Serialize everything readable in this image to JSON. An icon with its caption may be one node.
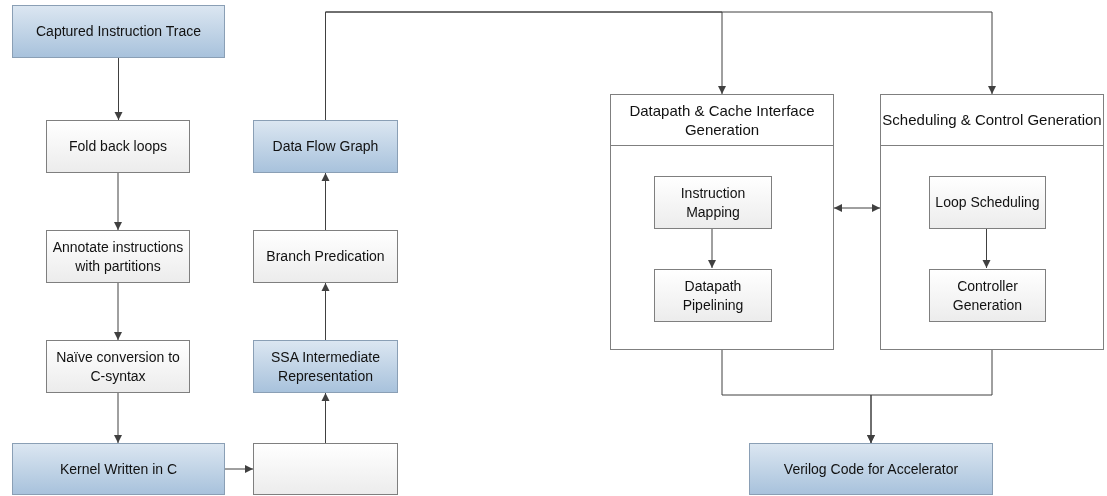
{
  "diagram": {
    "nodes": [
      {
        "text": [
          "Captured Instruction Trace"
        ]
      },
      {
        "text": [
          "Fold back loops"
        ]
      },
      {
        "text": [
          "Annotate instructions with partitions"
        ]
      },
      {
        "text": [
          "Naïve conversion to C-syntax"
        ]
      },
      {
        "text": [
          "Kernel Written in C"
        ]
      },
      {
        "text": [],
        "shape": "box"
      },
      {
        "text": [
          "SSA Intermediate Representation"
        ]
      },
      {
        "text": [
          "Branch Predication"
        ]
      },
      {
        "text": [
          "Data Flow Graph"
        ]
      },
      {
        "text": [
          "Datapath & Cache Interface Generation"
        ]
      },
      {
        "text": [
          "Instruction Mapping"
        ],
        "in": 9
      },
      {
        "text": [
          "Datapath Pipelining"
        ],
        "in": 9
      },
      {
        "text": [
          "Scheduling & Control Generation"
        ]
      },
      {
        "text": [
          "Loop Scheduling"
        ],
        "in": 12
      },
      {
        "text": [
          "Controller Generation"
        ],
        "in": 12
      },
      {
        "text": [
          "Verilog Code for Accelerator"
        ]
      }
    ],
    "edges": [
      {
        "from": 0,
        "to": 1,
        "arrow": "to"
      },
      {
        "from": 1,
        "to": 2,
        "arrow": "to"
      },
      {
        "from": 2,
        "to": 3,
        "arrow": "to"
      },
      {
        "from": 3,
        "to": 4,
        "arrow": "to"
      },
      {
        "from": 4,
        "to": 5,
        "arrow": "to"
      },
      {
        "from": 5,
        "to": 6,
        "arrow": "to"
      },
      {
        "from": 6,
        "to": 7,
        "arrow": "to"
      },
      {
        "from": 7,
        "to": 8,
        "arrow": "to"
      },
      {
        "from": 8,
        "to": 9,
        "arrow": "to"
      },
      {
        "from": 8,
        "to": 12,
        "arrow": "to"
      },
      {
        "from": 10,
        "to": 11,
        "arrow": "to"
      },
      {
        "from": 13,
        "to": 14,
        "arrow": "to"
      },
      {
        "from": 9,
        "to": 12,
        "arrow": "both"
      },
      {
        "from": 9,
        "to": 15,
        "arrow": "to"
      },
      {
        "from": 12,
        "to": 15,
        "arrow": "to"
      }
    ]
  }
}
